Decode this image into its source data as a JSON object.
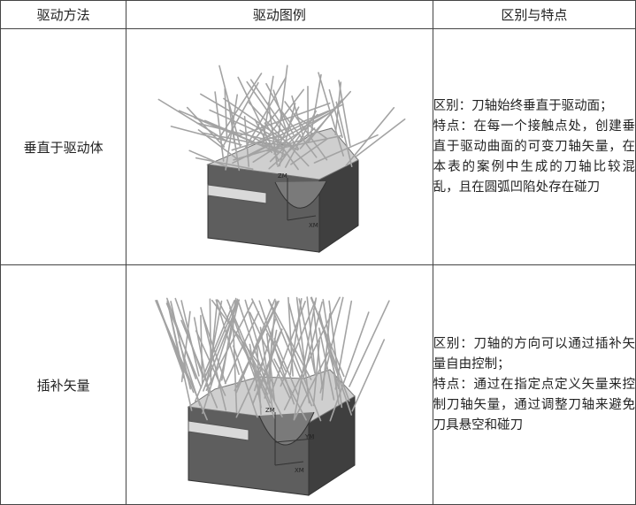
{
  "table": {
    "headers": [
      "驱动方法",
      "驱动图例",
      "区别与特点"
    ],
    "rows": [
      {
        "method": "垂直于驱动体",
        "difference": "区别：刀轴始终垂直于驱动面；",
        "feature": "特点：在每一个接触点处，创建垂直于驱动曲面的可变刀轴矢量，在本表的案例中生成的刀轴比较混乱，且在圆弧凹陷处存在碰刀",
        "figure": {
          "axis_labels": [
            "ZM",
            "XM"
          ]
        }
      },
      {
        "method": "插补矢量",
        "difference": "区别：刀轴的方向可以通过插补矢量自由控制；",
        "feature": "特点：通过在指定点定义矢量来控制刀轴矢量，通过调整刀轴来避免刀具悬空和碰刀",
        "figure": {
          "axis_labels": [
            "ZM",
            "YM",
            "XM"
          ]
        }
      }
    ]
  }
}
